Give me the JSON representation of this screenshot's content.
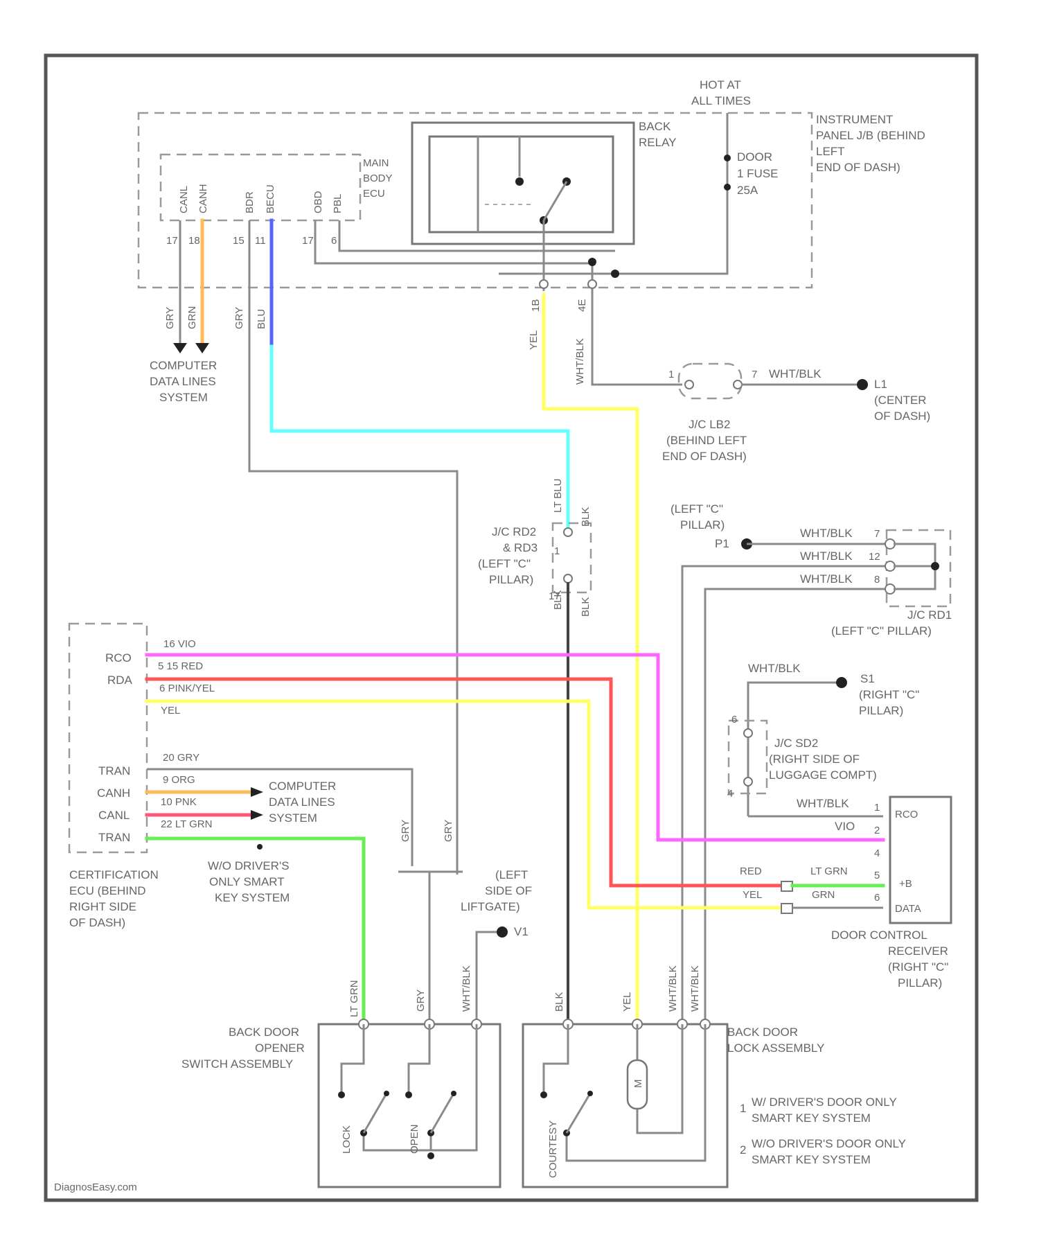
{
  "diagram": {
    "power_header": [
      "HOT AT",
      "ALL TIMES"
    ],
    "instrument_panel_jb": [
      "INSTRUMENT",
      "PANEL J/B (BEHIND",
      "LEFT",
      "END OF DASH)"
    ],
    "main_body_ecu": [
      "MAIN",
      "BODY",
      "ECU"
    ],
    "main_body_pins": [
      "CANL",
      "CANH",
      "BDR",
      "BECU",
      "OBD",
      "PBL"
    ],
    "main_body_pin_nums": [
      "17",
      "18",
      "15",
      "11",
      "17",
      "6"
    ],
    "back_relay": [
      "BACK",
      "RELAY"
    ],
    "door_fuse": [
      "DOOR",
      "1 FUSE",
      "25A"
    ],
    "computer_data_lines_1": [
      "COMPUTER",
      "DATA LINES",
      "SYSTEM"
    ],
    "wire_colors_top": [
      "GRY",
      "GRN",
      "GRY",
      "BLU",
      "YEL",
      "WHT/BLK"
    ],
    "relay_pins": [
      "1B",
      "4E"
    ],
    "jc_lb2": [
      "J/C LB2",
      "(BEHIND LEFT",
      "END OF DASH)"
    ],
    "jc_lb2_pins": [
      "1",
      "7"
    ],
    "jc_lb2_wire": "WHT/BLK",
    "ground_l1": [
      "L1",
      "(CENTER",
      "OF DASH)"
    ],
    "jc_rd2": [
      "J/C RD2",
      "& RD3",
      "(LEFT \"C\"",
      "PILLAR)"
    ],
    "jc_rd2_wires": [
      "LT BLU",
      "BLK",
      "BLK",
      "BLK"
    ],
    "jc_rd2_pins": [
      "1",
      "17"
    ],
    "left_c_pillar": [
      "(LEFT \"C\"",
      "PILLAR)"
    ],
    "ground_p1": "P1",
    "jc_rd1_wires": [
      "WHT/BLK",
      "WHT/BLK",
      "WHT/BLK"
    ],
    "jc_rd1_pins": [
      "7",
      "12",
      "8"
    ],
    "jc_rd1": [
      "J/C RD1",
      "(LEFT \"C\" PILLAR)"
    ],
    "certification_pins": [
      "RCO",
      "RDA",
      "TRAN",
      "CANH",
      "CANL",
      "TRAN"
    ],
    "cert_wires_upper": [
      "16   VIO",
      "5   15 RED",
      "6 PINK/YEL",
      "YEL"
    ],
    "cert_wires_lower": [
      "20   GRY",
      "9   ORG",
      "10   PNK",
      "22   LT GRN"
    ],
    "certification_ecu": [
      "CERTIFICATION",
      "ECU (BEHIND",
      "RIGHT SIDE",
      "OF DASH)"
    ],
    "computer_data_lines_2": [
      "COMPUTER",
      "DATA LINES",
      "SYSTEM"
    ],
    "wo_driver": [
      "W/O DRIVER'S",
      "ONLY SMART",
      "KEY SYSTEM"
    ],
    "ground_s1": [
      "S1",
      "(RIGHT \"C\"",
      "PILLAR)"
    ],
    "ground_s1_wire": "WHT/BLK",
    "jc_sd2": [
      "J/C SD2",
      "(RIGHT SIDE OF",
      "LUGGAGE COMPT)"
    ],
    "jc_sd2_pins": [
      "6",
      "4"
    ],
    "door_receiver_wires": [
      "WHT/BLK",
      "VIO"
    ],
    "door_receiver_pins": [
      "RCO",
      "+B",
      "DATA"
    ],
    "door_receiver_pin_nums": [
      "1",
      "2",
      "4",
      "5",
      "6"
    ],
    "receiver_in_wires": [
      "RED",
      "YEL",
      "LT GRN",
      "GRN"
    ],
    "door_control_receiver": [
      "DOOR CONTROL",
      "RECEIVER",
      "(RIGHT \"C\"",
      "PILLAR)"
    ],
    "splice_wires": [
      "GRY",
      "GRY"
    ],
    "left_liftgate": [
      "(LEFT",
      "SIDE OF",
      "LIFTGATE)"
    ],
    "ground_v1": "V1",
    "opener_wires": [
      "LT GRN",
      "GRY",
      "WHT/BLK"
    ],
    "lock_wires": [
      "BLK",
      "YEL",
      "WHT/BLK",
      "WHT/BLK"
    ],
    "back_door_opener": [
      "BACK DOOR",
      "OPENER",
      "SWITCH ASSEMBLY"
    ],
    "opener_switches": [
      "LOCK",
      "OPEN"
    ],
    "back_door_lock": [
      "BACK DOOR",
      "LOCK ASSEMBLY"
    ],
    "lock_parts": [
      "COURTESY",
      "M"
    ],
    "notes": [
      {
        "num": "1",
        "lines": [
          "W/ DRIVER'S DOOR ONLY",
          "SMART KEY SYSTEM"
        ]
      },
      {
        "num": "2",
        "lines": [
          "W/O DRIVER'S DOOR ONLY",
          "SMART KEY SYSTEM"
        ]
      }
    ],
    "watermark": "DiagnosEasy.com",
    "colors": {
      "yellow": "#ffff66",
      "cyan": "#66ffff",
      "magenta": "#ff66ff",
      "red": "#ff5555",
      "green": "#66ee55",
      "orange": "#ffbb55",
      "blue": "#5566ff",
      "pink": "#ff5577",
      "black_wire": "#444444"
    }
  }
}
